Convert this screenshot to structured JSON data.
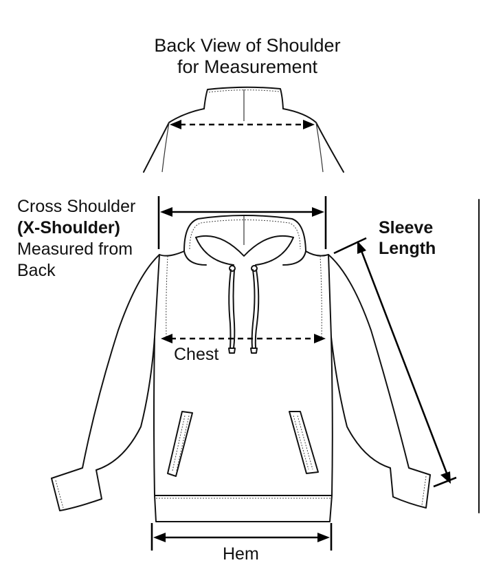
{
  "title": {
    "line1": "Back View of Shoulder",
    "line2": "for Measurement"
  },
  "cross_shoulder": {
    "line1": "Cross Shoulder",
    "line2": "(X-Shoulder)",
    "line3": "Measured from",
    "line4": "Back"
  },
  "sleeve_length": {
    "line1": "Sleeve",
    "line2": "Length"
  },
  "chest_label": "Chest",
  "hem_label": "Hem",
  "illustrations": {
    "back_view": "hoodie-back-shoulder-outline",
    "front_view": "hoodie-front-outline"
  }
}
